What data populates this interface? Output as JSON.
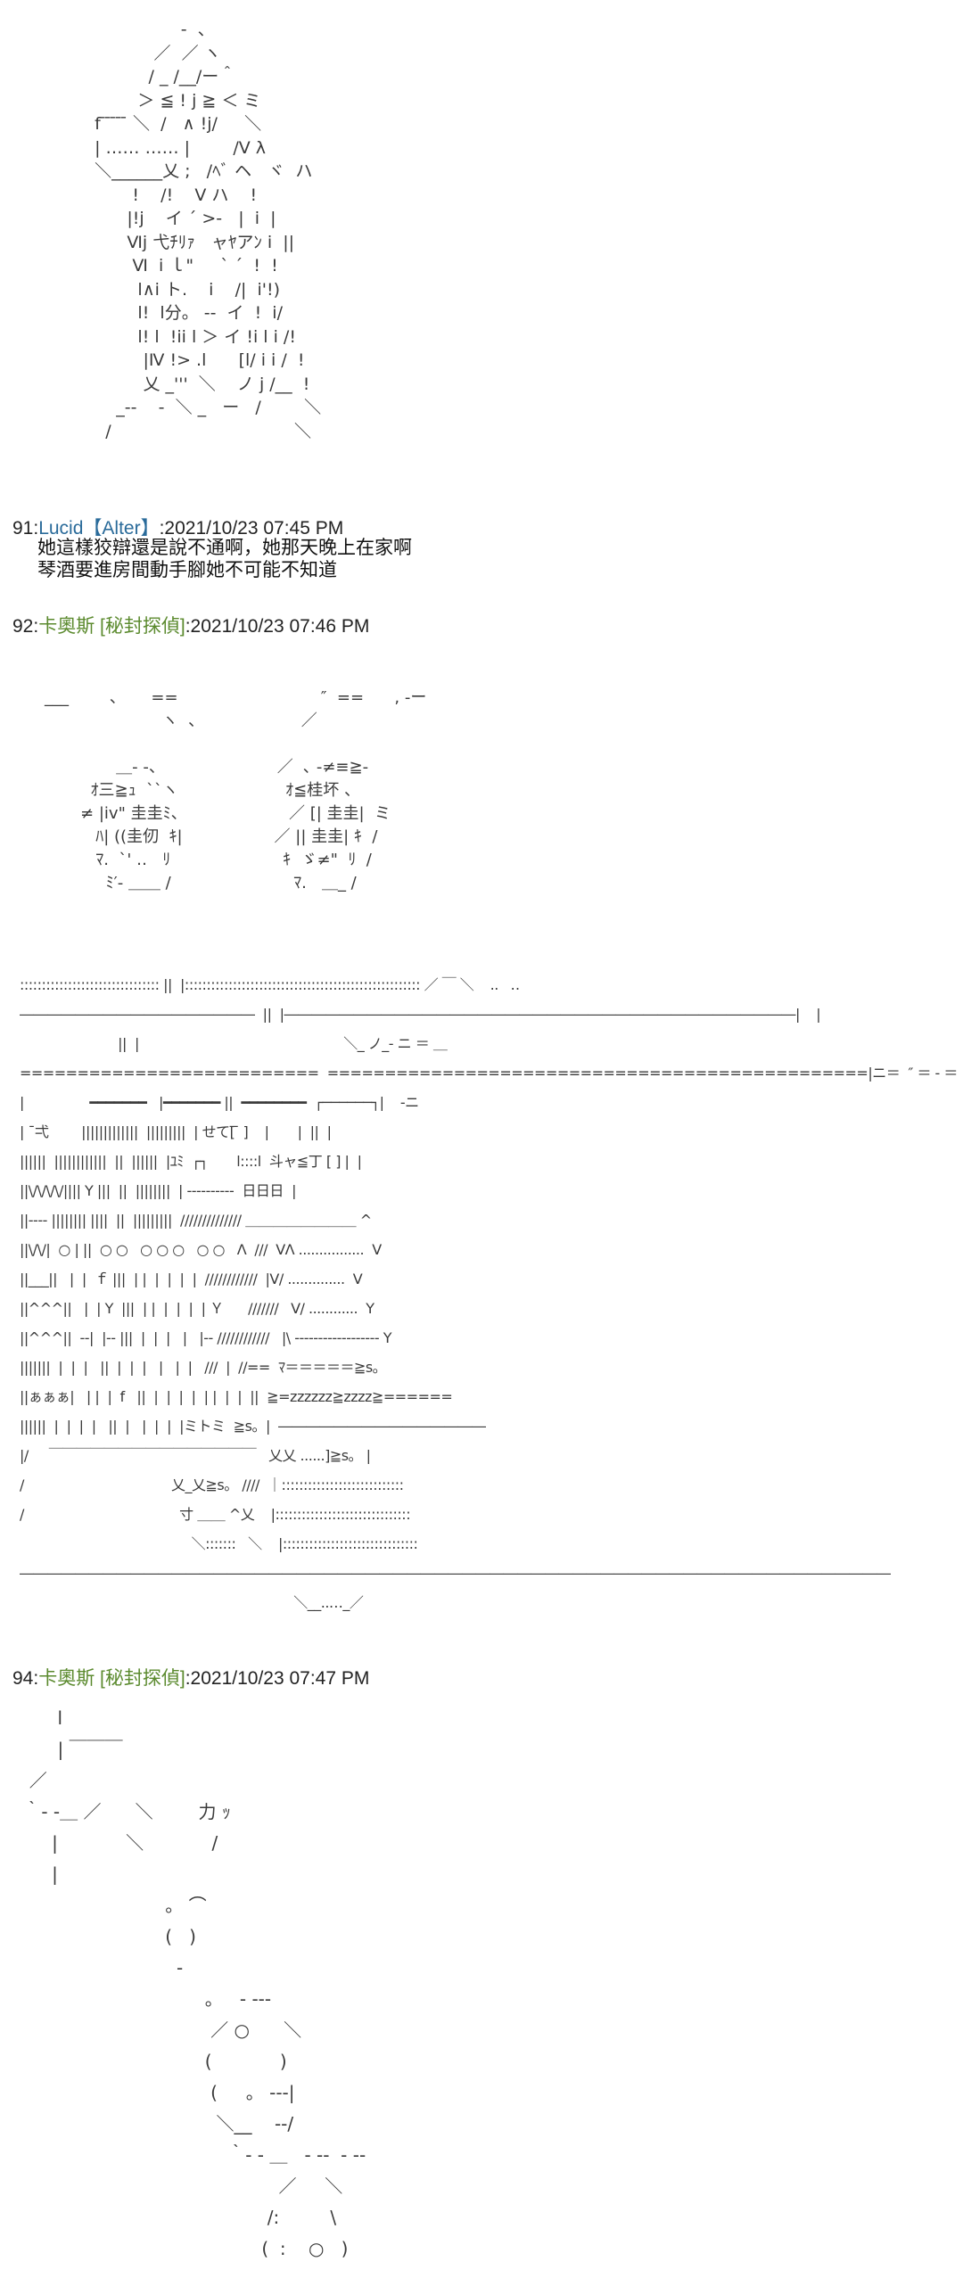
{
  "art": {
    "figure_top": "                   ‐  、\n              ／  ／ ヽ \n             / _ /__/ー＾\n           ＞ ≦ ! j ≧ ＜ ミ\n   f ̄ ̄ ̄ ̄ ̄ ＼  /   ∧ !j/     ＼\n   | …… …… |        /V λ\n   ＼______乂 ;   /ﾍﾞ ヘ   ヾ  ハ\n          !    /!    V ハ    !\n         |!j    イ ´ >‐   |  i  |\n         Ⅵj 弋ﾁﾘｧ   ャﾔアﾝ i  ||\n          Ⅵ  i ｌ\"     ` ´  !  !\n           l∧i ト.    i    /|  i'!)\n           l!  l分。 ‐‐  イ  !  i/\n           l! l  !ii l ＞ イ !i l i /!\n            |Ⅳ !> .l      [l/ i i /  !\n            乂 _'''  ＼    ノ j /__  !\n       _‐‐    ‐  ＼ _   ー   /        ＼\n     /                                  ＼",
    "faces": "___        、     ==                            ″  ==      , ‐ー\n                       ヽ  、                   ／\n\n              ＿‐ ‐、                      ／  ､ ‐≠≡≧‐\n         ｵ三≧ｭ  ``ヽ                     ｵ≦桂坏 、\n       ≠ |iv\" 圭圭ﾐ、                    ／ [| 圭圭|  ミ\n          ﾊ| ((圭仞  ｷ|                  ／ || 圭圭| ｷ  /\n          ﾏ.  `' ‥   ﾘ                      ｷ  ゞ≠\"  ﾘ  /\n            ﾐ′‐ ＿＿ /                        ﾏ.   ＿_ /\n",
    "room": ":::::::::::::::::::::::::::::::: ||  |:::::::::::::::::::::::::::::::::::::::::::::::::::::: ／ ￣ ＼    ..   ‥\n―――――――――――――――――  ||  |―――――――――――――――――――――――――――――――――――――|    |\n                        ||  |                                                  ＼_ ノ_‐ ニ ＝ ＿\n==========================  ===============================================|ニ＝  ″ ＝ ‐ ＝\n|                ━━━━━━━   |━━━━━━━ ||  ━━━━━━━━  ┌──────┐|    ‐ニ\n| ¯弌        |||||||||||||  |||||||||  | せて[̄ ̄ ]    |       |  ||  |\n||||||  ||||||||||||  ||  ||||||  |ﾕﾐ  ┌┐       l::::l  斗ャ≦丁 [ ] |  |\n||\\/\\/\\/\\/|||| Y |||  ||  ||||||||  | ‐‐‐‐‐‐‐‐‐‐  日日日  |\n||‐‐‐‐ |||||||| ||||  ||  |||||||||  ////////////// ＿＿＿＿＿＿＿＿ ^\n||\\/\\/|  ○ | ||  ○ ○   ○ ○ ○   ○ ○   Λ  ///  ⅤΛ ................  V\n||___||   |  |  ｆ |||  | |  |  |  |  |  ////////////  |V/ ..............  V\n||^^^||   |  | Y  |||  | |  |  |  |  | Ｙ      ///////   V/ ............  Y\n||^^^||  ‐‐|  |‐‐ |||  |  |  |   |   |‐‐ ////////////   |\\ ‐‐‐‐‐‐‐‐‐‐‐‐‐‐‐‐‐‐ Y\n|||||||  |  |  |   ||  |  |  |   |   |  |   ///  |  //==  ﾏ＝＝＝＝＝≧s。\n||ぁぁぁ|   | |  |  f   ||  |  |  |  |  | |  |  |  ||  ≧=zzzzzz≧zzzz≧======\n||||||  |  |  |  |   ||  |   |  |  |  |ミトミ  ≧s。|  ―――――――――――――――\n|/     ￣￣￣￣￣￣￣￣￣￣￣￣￣￣￣   乂乂 ......]≧s。 |\n/                                    乂_乂≧s。 ////  ｜::::::::::::::::::::::::::::\n/                                      寸 ＿＿ ^乂    |:::::::::::::::::::::::::::::::\n                                          ＼:::::::   ＼    |:::::::::::::::::::::::::::::::\n―――――――――――――――――――――――――――――――――――――――――――――――――――――――――――――――\n                                                                   ＼__..…_／",
    "bottom": "       l\n       | ￣￣￣\n  ／     \n ｀‐ ‐＿ ／      ＼        力 ｯ\n      |            ＼            /\n      |\n                          。 ⌒\n                          (   )\n                            ‐\n                                 。   ‐ ‐‐‐\n                                  ／ ○      ＼\n                                 (            )\n                                  (     。 ‐‐‐|\n                                   ＼__    ‐‐/\n                                     ｀‐ ‐ ＿   ‐ ‐‐  ‐ ‐‐\n                                              ／     ＼\n                                            /:         \\\n                                           (  :    ○   )"
  },
  "posts": [
    {
      "num": "91",
      "sep": ":",
      "name": "Lucid【Alter】",
      "date": ":2021/10/23 07:45 PM",
      "lines": [
        "她這樣狡辯還是說不通啊，她那天晚上在家啊",
        "琴酒要進房間動手腳她不可能不知道"
      ]
    },
    {
      "num": "92",
      "sep": ":",
      "name": "卡奧斯 [秘封探偵]",
      "date": ":2021/10/23 07:46 PM",
      "lines": []
    },
    {
      "num": "94",
      "sep": ":",
      "name": "卡奧斯 [秘封探偵]",
      "date": ":2021/10/23 07:47 PM",
      "lines": []
    }
  ],
  "colors": {
    "name_blue": "#2a6b9a",
    "name_green": "#5b8a2e",
    "text": "#111111",
    "art": "#3a3a3a"
  }
}
